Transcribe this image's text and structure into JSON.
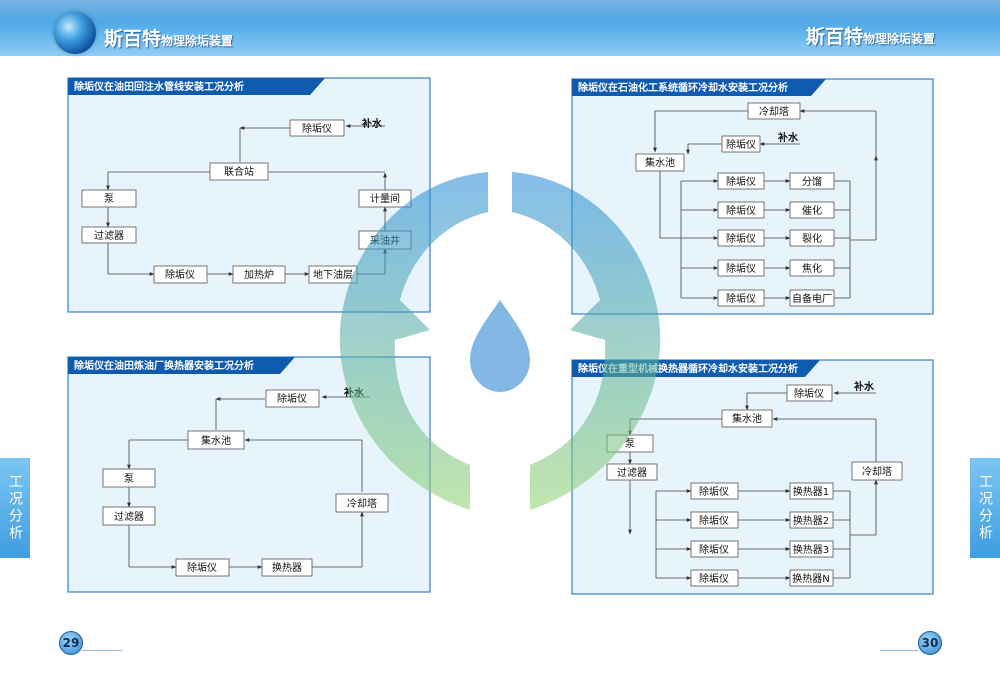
{
  "header": {
    "brand_name": "斯百特",
    "brand_suffix": "物理除垢装置"
  },
  "side_tabs": {
    "left": "工况分析",
    "right": "工况分析"
  },
  "page_numbers": {
    "left": "29",
    "right": "30"
  },
  "panels": {
    "oilfield_water": {
      "title": "除垢仪在油田回注水管线安装工况分析",
      "boxes": [
        "除垢仪",
        "联合站",
        "泵",
        "过滤器",
        "除垢仪",
        "加热炉",
        "地下油层",
        "采油井",
        "计量间"
      ],
      "labels": [
        "补水"
      ]
    },
    "refinery_exchanger": {
      "title": "除垢仪在油田炼油厂换热器安装工况分析",
      "boxes": [
        "除垢仪",
        "集水池",
        "泵",
        "过滤器",
        "除垢仪",
        "换热器",
        "冷却塔"
      ],
      "labels": [
        "补水"
      ]
    },
    "petrochem_cooling": {
      "title": "除垢仪在石油化工系统循环冷却水安装工况分析",
      "boxes": [
        "冷却塔",
        "除垢仪",
        "集水池",
        "除垢仪",
        "分馏",
        "除垢仪",
        "催化",
        "除垢仪",
        "裂化",
        "除垢仪",
        "焦化",
        "除垢仪",
        "自备电厂"
      ],
      "labels": [
        "补水"
      ]
    },
    "heavy_exchanger": {
      "title": "除垢仪在重型机械换热器循环冷却水安装工况分析",
      "boxes": [
        "除垢仪",
        "集水池",
        "泵",
        "过滤器",
        "冷却塔",
        "除垢仪",
        "换热器1",
        "除垢仪",
        "换热器2",
        "除垢仪",
        "换热器3",
        "除垢仪",
        "换热器N"
      ],
      "labels": [
        "补水"
      ]
    }
  },
  "colors": {
    "accent": "#0e5bb0",
    "panel_fill": "#e8f4fc",
    "header_blue": "#4aa8e8"
  }
}
